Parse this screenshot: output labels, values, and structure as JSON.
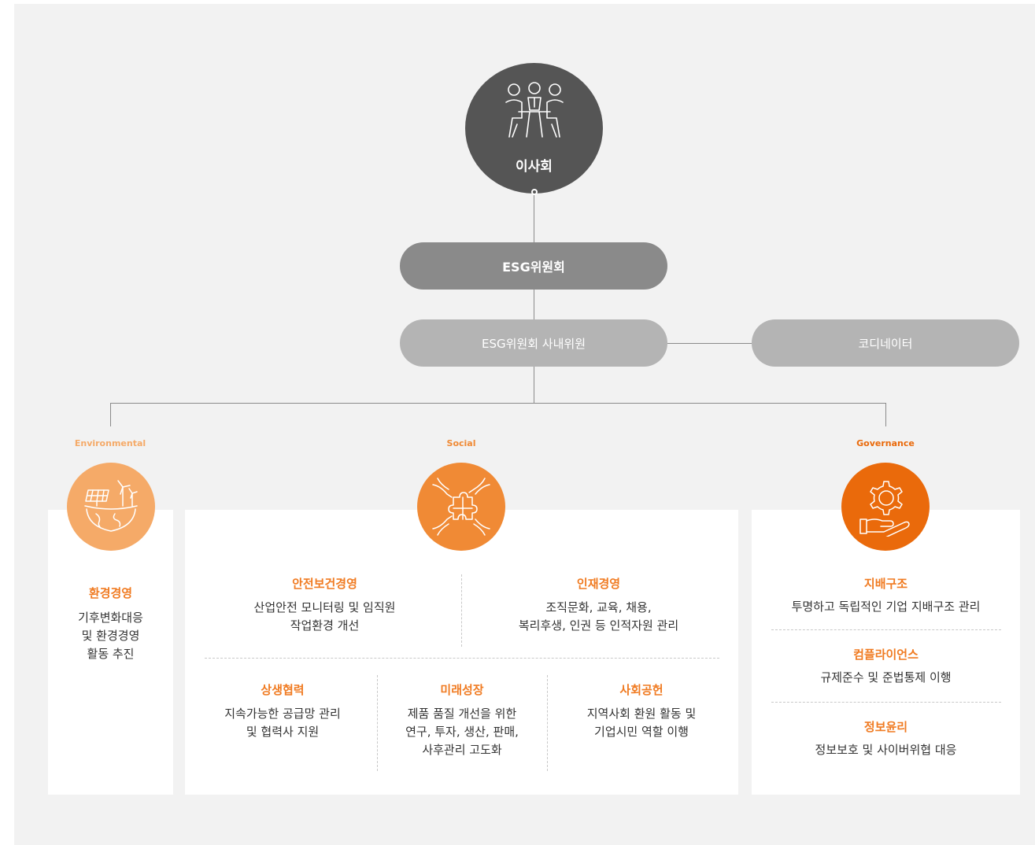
{
  "board": {
    "label": "이사회",
    "icon": "meeting-people-icon"
  },
  "esg_committee": {
    "label": "ESG위원회"
  },
  "internal_members": {
    "label": "ESG위원회 사내위원"
  },
  "coordinator": {
    "label": "코디네이터"
  },
  "categories": {
    "environmental": {
      "label": "Environmental",
      "icon": "solar-wind-globe-icon",
      "color": "#f5aa68"
    },
    "social": {
      "label": "Social",
      "icon": "hands-puzzle-icon",
      "color": "#f08a35"
    },
    "governance": {
      "label": "Governance",
      "icon": "gear-hand-icon",
      "color": "#ea6a0b"
    }
  },
  "environmental": {
    "title": "환경경영",
    "lines": [
      "기후변화대응",
      "및  환경경영",
      "활동 추진"
    ]
  },
  "social": {
    "safety": {
      "title": "안전보건경영",
      "lines": [
        "산업안전 모니터링 및 임직원",
        "작업환경 개선"
      ]
    },
    "hr": {
      "title": "인재경영",
      "lines": [
        "조직문화, 교육, 채용,",
        "복리후생, 인권 등 인적자원 관리"
      ]
    },
    "partnership": {
      "title": "상생협력",
      "lines": [
        "지속가능한 공급망 관리",
        "및 협력사 지원"
      ]
    },
    "growth": {
      "title": "미래성장",
      "lines": [
        "제품 품질 개선을 위한",
        "연구, 투자, 생산, 판매,",
        "사후관리 고도화"
      ]
    },
    "contribution": {
      "title": "사회공헌",
      "lines": [
        "지역사회 환원 활동 및",
        "기업시민 역할 이행"
      ]
    }
  },
  "governance": {
    "structure": {
      "title": "지배구조",
      "text": "투명하고 독립적인 기업 지배구조 관리"
    },
    "compliance": {
      "title": "컴플라이언스",
      "text": "규제준수 및 준법통제 이행"
    },
    "ethics": {
      "title": "정보윤리",
      "text": "정보보호 및 사이버위협 대응"
    }
  }
}
